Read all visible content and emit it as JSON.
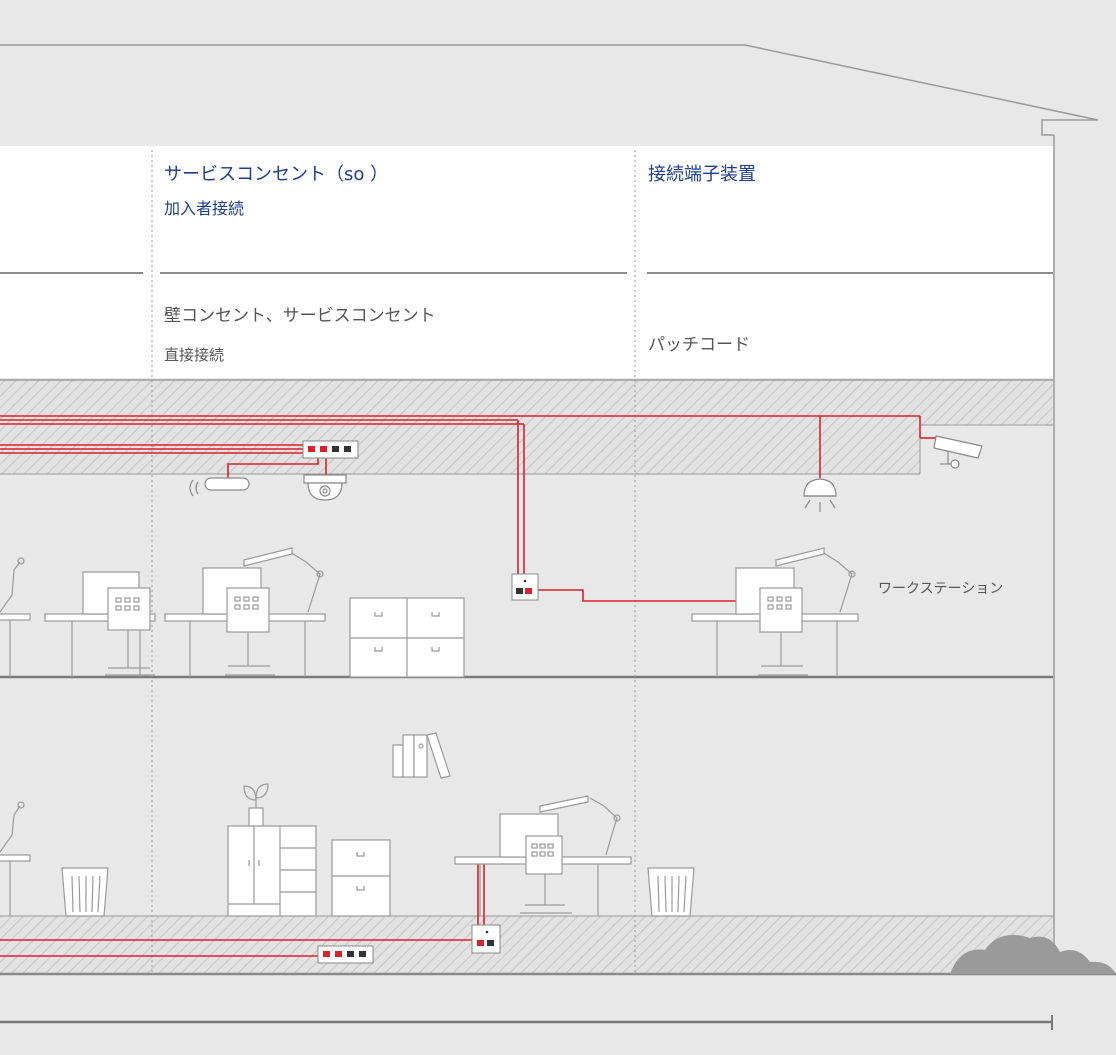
{
  "header_labels": {
    "col1_title": "サービスコンセント（so ）",
    "col1_sub": "加入者接続",
    "col2_title": "接続端子装置"
  },
  "row2_labels": {
    "col1_title": "壁コンセント、サービスコンセント",
    "col1_sub": "直接接続",
    "col2_title": "パッチコード"
  },
  "annotations": {
    "workstation": "ワークステーション"
  },
  "colors": {
    "cable": "#d9232a",
    "title_text": "#1e3d8f",
    "body_text": "#555555",
    "line_art": "#8a8a8a",
    "background": "#e8e8e8",
    "panel": "#ffffff"
  }
}
